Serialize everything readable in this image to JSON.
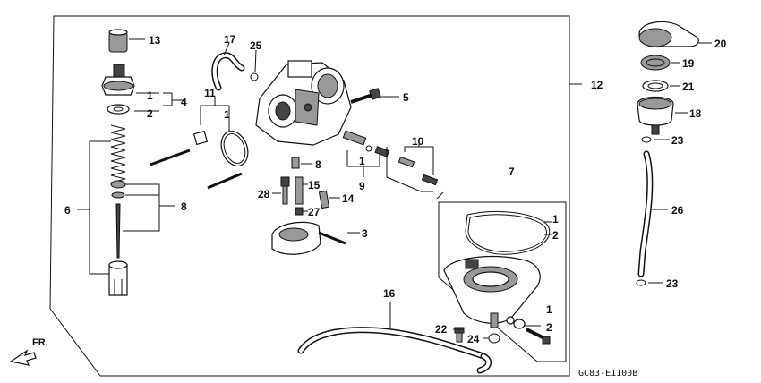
{
  "diagram": {
    "drawing_code": "GC83-E1100B",
    "front_marker": "FR.",
    "callouts": {
      "p1a": "1",
      "p2a": "2",
      "p4": "4",
      "p6": "6",
      "p8a": "8",
      "p13": "13",
      "p11": "11",
      "p1b": "1",
      "p17": "17",
      "p25": "25",
      "p5": "5",
      "p12": "12",
      "p8b": "8",
      "p15": "15",
      "p28": "28",
      "p27": "27",
      "p14": "14",
      "p3": "3",
      "p10": "10",
      "p1c": "1",
      "p9": "9",
      "p7": "7",
      "p1d": "1",
      "p2b": "2",
      "p1e": "1",
      "p2c": "2",
      "p16": "16",
      "p22": "22",
      "p24": "24",
      "p20": "20",
      "p19": "19",
      "p21": "21",
      "p18": "18",
      "p23a": "23",
      "p26": "26",
      "p23b": "23"
    }
  }
}
